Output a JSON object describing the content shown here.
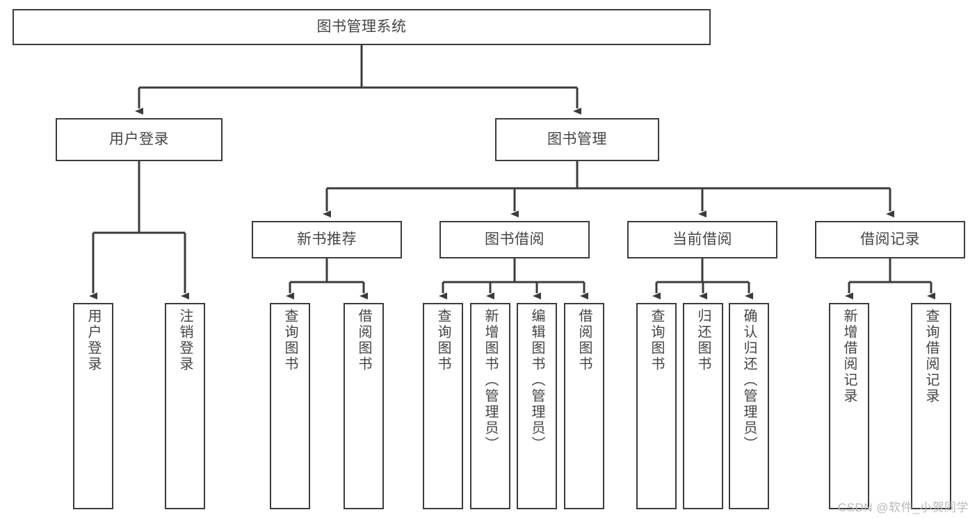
{
  "diagram": {
    "title": "图书管理系统",
    "background": "#ffffff",
    "border_color": "#3b3b3b",
    "text_color": "#444444",
    "line_color": "#3b3b3b"
  },
  "root": {
    "label": "图书管理系统"
  },
  "level2": [
    {
      "label": "用户登录"
    },
    {
      "label": "图书管理"
    }
  ],
  "level3": [
    {
      "label": "新书推荐"
    },
    {
      "label": "图书借阅"
    },
    {
      "label": "当前借阅"
    },
    {
      "label": "借阅记录"
    }
  ],
  "leaves": {
    "user_login": [
      {
        "label": "用户登录"
      },
      {
        "label": "注销登录"
      }
    ],
    "new_book": [
      {
        "label": "查询图书"
      },
      {
        "label": "借阅图书"
      }
    ],
    "book_borrow": [
      {
        "label": "查询图书"
      },
      {
        "label": "新增图书（管理员）"
      },
      {
        "label": "编辑图书（管理员）"
      },
      {
        "label": "借阅图书"
      }
    ],
    "current_borrow": [
      {
        "label": "查询图书"
      },
      {
        "label": "归还图书"
      },
      {
        "label": "确认归还（管理员）"
      }
    ],
    "borrow_record": [
      {
        "label": "新增借阅记录"
      },
      {
        "label": "查询借阅记录"
      }
    ]
  },
  "watermark": {
    "text": "CSDN @软件_小贺同学"
  }
}
